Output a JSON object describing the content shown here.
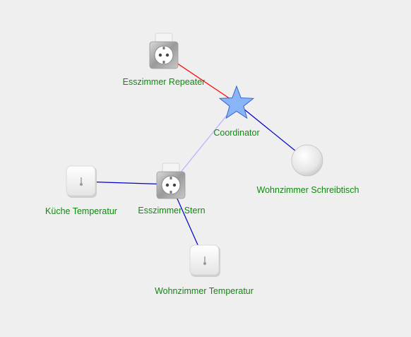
{
  "nodes": [
    {
      "id": "coordinator",
      "label": "Coordinator",
      "icon": "coordinator-star-icon"
    },
    {
      "id": "repeater",
      "label": "Esszimmer Repeater",
      "icon": "smart-plug-icon"
    },
    {
      "id": "stern",
      "label": "Esszimmer Stern",
      "icon": "smart-plug-icon"
    },
    {
      "id": "schreibtisch",
      "label": "Wohnzimmer Schreibtisch",
      "icon": "round-button-icon"
    },
    {
      "id": "kueche",
      "label": "Küche Temperatur",
      "icon": "temperature-sensor-icon"
    },
    {
      "id": "wohnzimmer_temp",
      "label": "Wohnzimmer Temperatur",
      "icon": "temperature-sensor-icon"
    }
  ],
  "links": [
    {
      "from": "repeater",
      "to": "coordinator",
      "color": "#ff0000"
    },
    {
      "from": "coordinator",
      "to": "schreibtisch",
      "color": "#0000cc"
    },
    {
      "from": "coordinator",
      "to": "stern",
      "color": "#b0b0ff"
    },
    {
      "from": "kueche",
      "to": "stern",
      "color": "#0000cc"
    },
    {
      "from": "stern",
      "to": "wohnzimmer_temp",
      "color": "#0000cc"
    }
  ],
  "colors": {
    "background": "#efefef",
    "label": "#118811",
    "star_fill": "#8ab4f8",
    "star_stroke": "#3366cc"
  }
}
